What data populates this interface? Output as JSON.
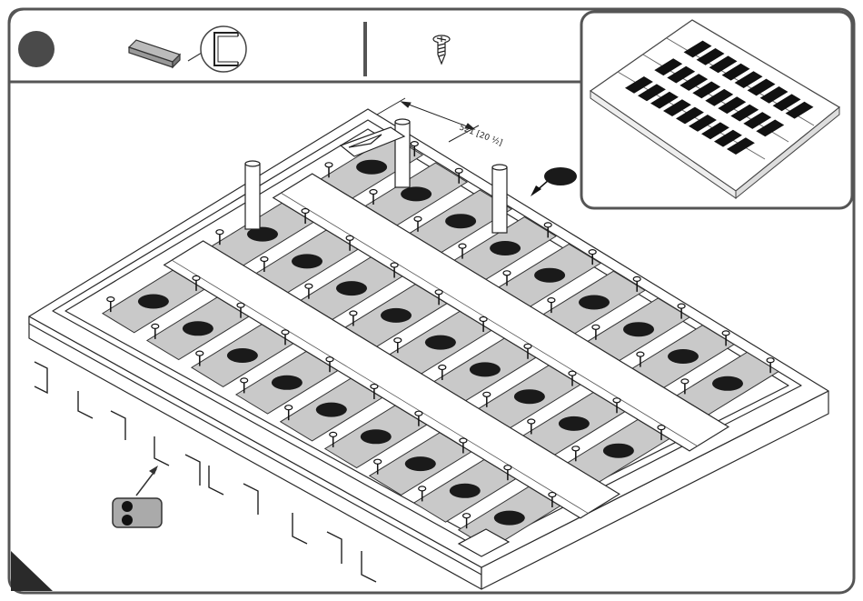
{
  "header": {
    "step_badge": {
      "color": "#4a4a4a",
      "icon": "step-circle"
    },
    "parts": [
      {
        "icon": "u-channel-rail-icon",
        "detail": "c-profile-detail"
      },
      {
        "icon": "screw-icon"
      }
    ]
  },
  "inset": {
    "icon": "bed-frame-overview-icon"
  },
  "dimension": {
    "label": "521 [20 ½]"
  },
  "callouts": {
    "blank_oval": {
      "color": "#1a1a1a"
    },
    "tool_badge": {
      "color": "#aaaaaa",
      "icon": "two-dot-badge"
    }
  },
  "colors": {
    "frame": "#ffffff",
    "panel": "#c9c9c9",
    "ink": "#2a2a2a",
    "border": "#555555"
  }
}
